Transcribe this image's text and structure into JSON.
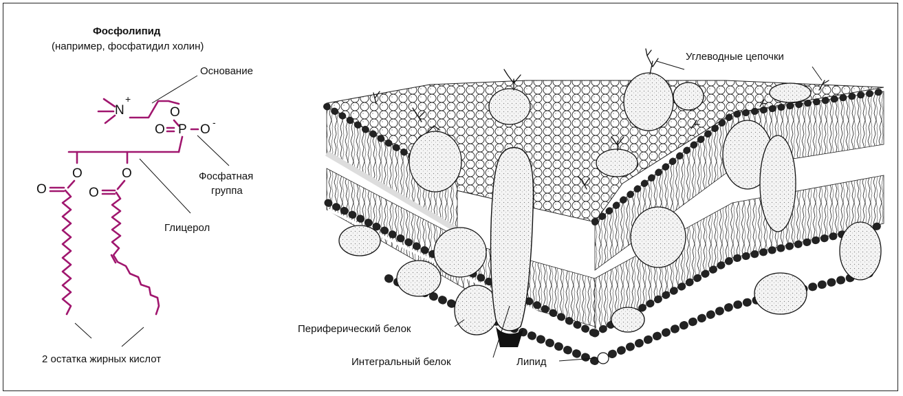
{
  "phospholipid": {
    "title": "Фосфолипид",
    "subtitle": "(например, фосфатидил холин)",
    "labels": {
      "base": "Основание",
      "phosphate_group_line1": "Фосфатная",
      "phosphate_group_line2": "группа",
      "glycerol": "Глицерол",
      "fatty_acids": "2 остатка жирных кислот"
    },
    "atoms": {
      "nitrogen": "N",
      "plus": "+",
      "o_ester": "O",
      "o_double": "O",
      "phosphorus": "P",
      "o_minus": "O",
      "minus": "-",
      "o_glycerol_1": "O",
      "o_glycerol_2": "O",
      "o_carbonyl_1": "O",
      "o_carbonyl_2": "O"
    }
  },
  "membrane": {
    "labels": {
      "carbohydrate_chains": "Углеводные цепочки",
      "peripheral_protein": "Периферический белок",
      "integral_protein": "Интегральный белок",
      "lipid": "Липид"
    }
  },
  "colors": {
    "molecule": "#a0166e",
    "line": "#111111",
    "protein_fill": "#f3f3f3"
  }
}
